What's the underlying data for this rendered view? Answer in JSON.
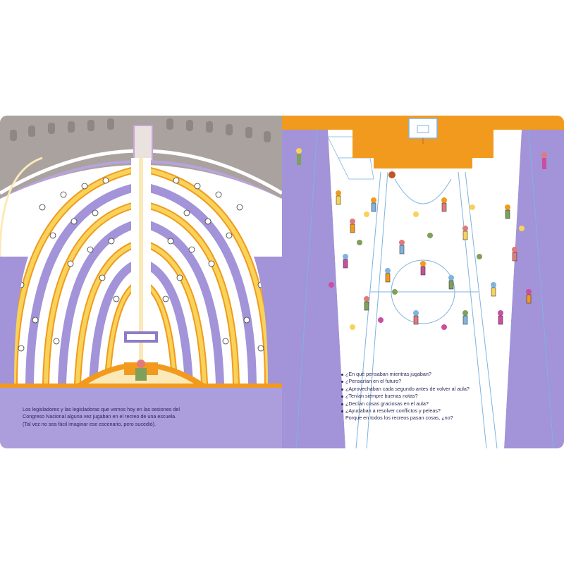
{
  "left_page": {
    "caption_lines": [
      "Los legisladores y las legisladoras que vemos hoy en las sesiones del",
      "Congreso Nacional alguna vez jugaban en el recreo de una escuela.",
      "(Tal vez no sea fácil imaginar ese escenario, pero sucedió)."
    ]
  },
  "right_page": {
    "questions": [
      "¿En qué pensaban mientras jugaban?",
      "¿Pensarían en el futuro?",
      "¿Aprovechaban cada segundo antes de volver al aula?",
      "¿Tenían siempre buenas notas?",
      "¿Decían cosas graciosas en el aula?",
      "¿Ayudaban a resolver conflictos y peleas?"
    ],
    "closing": "Porque en todos los recreos pasan cosas, ¿no?"
  },
  "colors": {
    "purple": "#a393d8",
    "purple_dark": "#8d7cc8",
    "orange": "#f29a1e",
    "yellow": "#f8d35a",
    "cream": "#fbe9b8",
    "gray": "#a39d9a",
    "text": "#2a2a5a"
  }
}
